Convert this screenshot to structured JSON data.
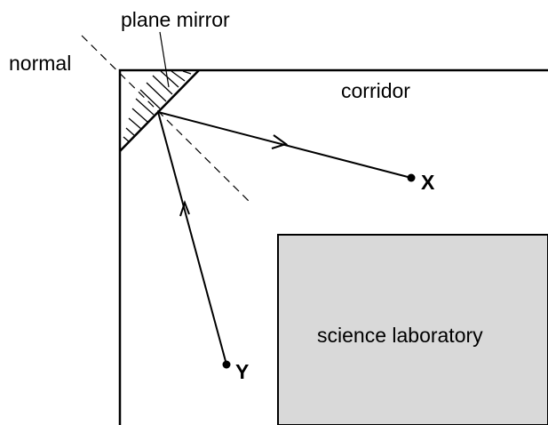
{
  "labels": {
    "plane_mirror": "plane mirror",
    "normal": "normal",
    "corridor": "corridor",
    "science_laboratory": "science laboratory",
    "point_x": "X",
    "point_y": "Y"
  },
  "colors": {
    "lines": "#000000",
    "laboratory_fill": "#d9d9d9",
    "background": "#ffffff"
  }
}
